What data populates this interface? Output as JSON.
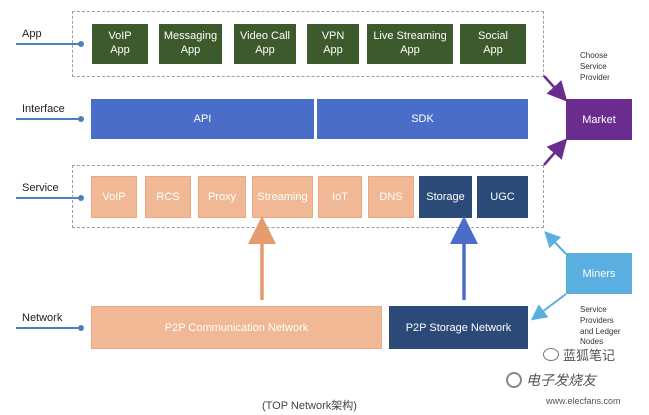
{
  "layers": {
    "app": "App",
    "interface": "Interface",
    "service": "Service",
    "network": "Network"
  },
  "apps": [
    "VoIP\nApp",
    "Messaging\nApp",
    "Video Call\nApp",
    "VPN\nApp",
    "Live Streaming\nApp",
    "Social\nApp"
  ],
  "interfaces": [
    "API",
    "SDK"
  ],
  "services": [
    "VoIP",
    "RCS",
    "Proxy",
    "Streaming",
    "IoT",
    "DNS",
    "Storage",
    "UGC"
  ],
  "networks": {
    "p2p_comm": "P2P Communication Network",
    "p2p_storage": "P2P Storage Network"
  },
  "side": {
    "market": "Market",
    "miners": "Miners",
    "choose_note": "Choose\nService\nProvider",
    "providers_note": "Service\nProviders\nand Ledger\nNodes"
  },
  "caption": "(TOP Network架构)",
  "watermark": {
    "wechat": "蓝狐笔记",
    "site": "电子发烧友",
    "url": "www.elecfans.com"
  },
  "colors": {
    "app_green": "#3d5a2c",
    "interface_blue": "#4a6ec8",
    "service_peach": "#f0b894",
    "storage_navy": "#2c4a78",
    "market_purple": "#6a2d8f",
    "miners_lightblue": "#5aaee0"
  }
}
